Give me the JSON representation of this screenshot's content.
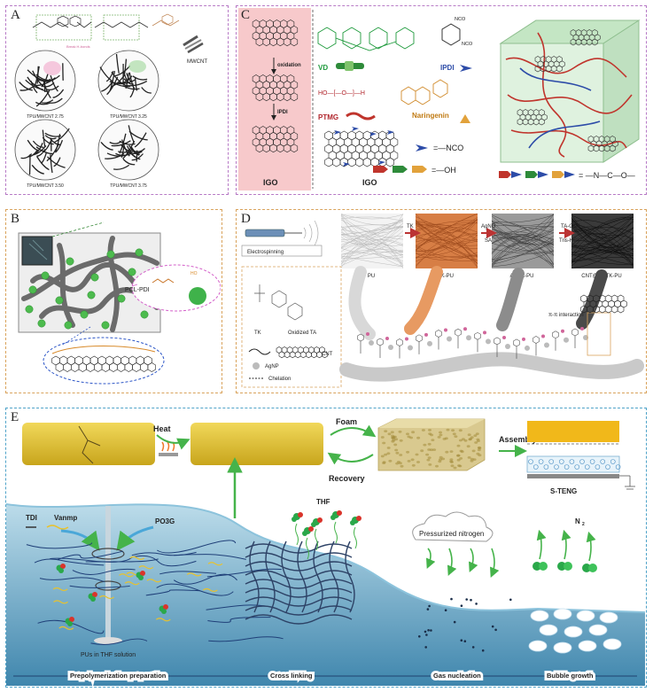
{
  "panels": {
    "A": {
      "letter": "A",
      "mwcnt_label": "MWCNT",
      "hbond_label": "Break H-bonds",
      "samples": [
        "TPU/MWCNT 2.75",
        "TPU/MWCNT 3.25",
        "TPU/MWCNT 3.50",
        "TPU/MWCNT 3.75"
      ]
    },
    "B": {
      "letter": "B",
      "pcl_label": "PCL-PDI",
      "ho_label": "HO"
    },
    "C": {
      "letter": "C",
      "oxidation": "oxidation",
      "ipdi_arrow": "IPDI",
      "igo_left": "IGO",
      "igo_mid": "IGO",
      "vd": "VD",
      "ptmg": "PTMG",
      "ipdi": "IPDI",
      "naringenin": "Naringenin",
      "nco_eq": "=—NCO",
      "oh_eq": "=—OH",
      "urethane": "= —N—C—O—"
    },
    "D": {
      "letter": "D",
      "electrospinning": "Electrospinning",
      "steps": [
        "PU",
        "TK-PU",
        "Ag/TK-PU",
        "CNT@Ag/TK-PU"
      ],
      "arrow1": "TK",
      "arrow2a": "AgNO",
      "arrow2b": "SA",
      "arrow3a": "TA-CNT",
      "arrow3b": "Tris-HCl",
      "legend": [
        "TK",
        "Oxidized TA",
        "CNT",
        "AgNP",
        "Chelation"
      ],
      "pi_pi": "π-π interaction"
    },
    "E": {
      "letter": "E",
      "heat": "Heat",
      "foam": "Foam",
      "recovery": "Recovery",
      "assembly": "Assembly",
      "steng": "S-TENG",
      "tdi": "TDI",
      "vanmp": "Vanmp",
      "po3g": "PO3G",
      "thf": "THF",
      "pressurized": "Pressurized nitrogen",
      "n2": "N",
      "solution": "PUs in THF solution",
      "stages": [
        "Prepolymerization preparation",
        "Cross linking",
        "Gas nucleation",
        "Bubble growth"
      ]
    }
  }
}
